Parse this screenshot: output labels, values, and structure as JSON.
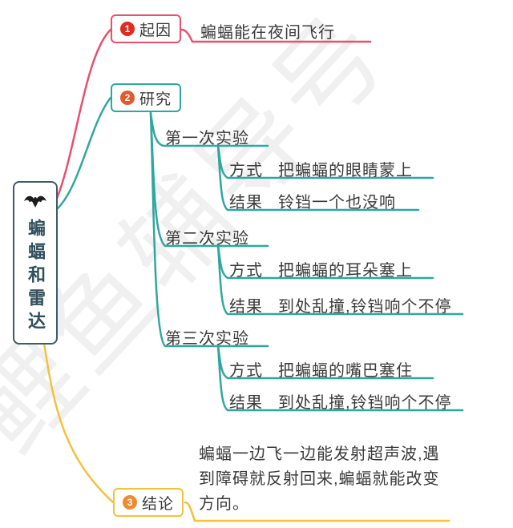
{
  "watermark": {
    "text": "鲤鱼辅导号"
  },
  "root": {
    "title": "蝙蝠和雷达",
    "icon": "bat-icon"
  },
  "branches": {
    "cause": {
      "badge": "1",
      "label": "起因",
      "detail": "蝙蝠能在夜间飞行"
    },
    "research": {
      "badge": "2",
      "label": "研究",
      "experiments": [
        {
          "title": "第一次实验",
          "method_label": "方式",
          "method": "把蝙蝠的眼睛蒙上",
          "result_label": "结果",
          "result": "铃铛一个也没响"
        },
        {
          "title": "第二次实验",
          "method_label": "方式",
          "method": "把蝙蝠的耳朵塞上",
          "result_label": "结果",
          "result": "到处乱撞,铃铛响个不停"
        },
        {
          "title": "第三次实验",
          "method_label": "方式",
          "method": "把蝙蝠的嘴巴塞住",
          "result_label": "结果",
          "result": "到处乱撞,铃铛响个不停"
        }
      ]
    },
    "conclusion": {
      "badge": "3",
      "label": "结论",
      "detail": "蝙蝠一边飞一边能发射超声波,遇到障碍就反射回来,蝙蝠就能改变方向。"
    }
  },
  "colors": {
    "branch_cause": "#e8506e",
    "branch_research": "#2fa79e",
    "branch_conclusion": "#f0c23e",
    "root_border": "#3f5a68",
    "badge_1": "#df2b20",
    "badge_2": "#e05a2b",
    "badge_3": "#ef8b2e",
    "text": "#3a3a3a",
    "watermark": "#ebebeb"
  }
}
